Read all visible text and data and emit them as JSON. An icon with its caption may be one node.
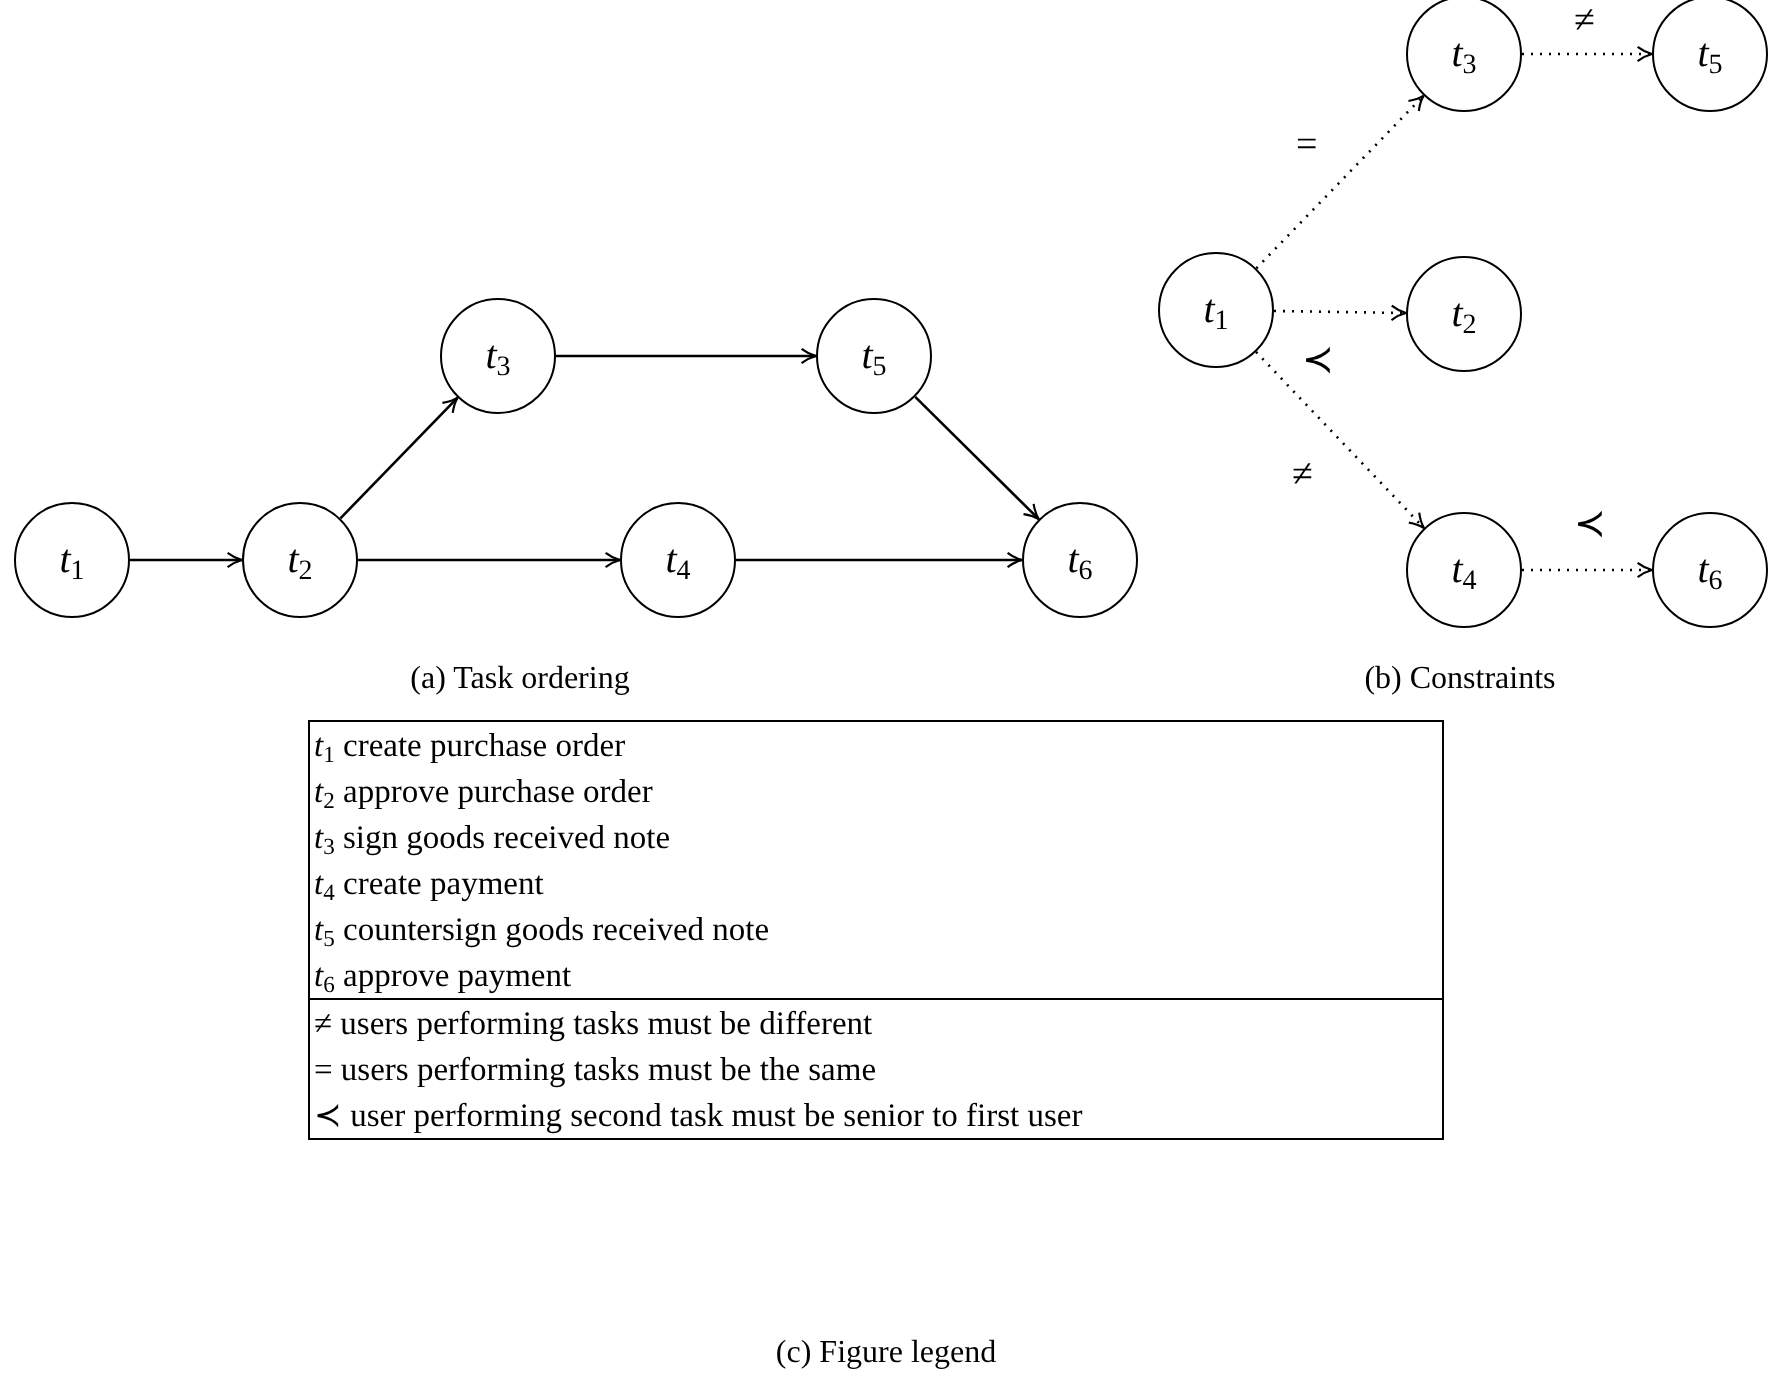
{
  "diagram": {
    "nodes": [
      {
        "text": [
          "*t*$_{1}$"
        ]
      },
      {
        "text": [
          "*t*$_{2}$"
        ]
      },
      {
        "text": [
          "*t*$_{3}$"
        ]
      },
      {
        "text": [
          "*t*$_{4}$"
        ]
      },
      {
        "text": [
          "*t*$_{5}$"
        ]
      },
      {
        "text": [
          "*t*$_{6}$"
        ]
      },
      {
        "text": [
          "*t*$_{1}$"
        ]
      },
      {
        "text": [
          "*t*$_{3}$"
        ]
      },
      {
        "text": [
          "*t*$_{2}$"
        ]
      },
      {
        "text": [
          "*t*$_{4}$"
        ]
      },
      {
        "text": [
          "*t*$_{5}$"
        ]
      },
      {
        "text": [
          "*t*$_{6}$"
        ]
      }
    ],
    "edges": [
      {
        "from": 0,
        "to": 1,
        "arrow": "to"
      },
      {
        "from": 1,
        "to": 2,
        "arrow": "to"
      },
      {
        "from": 1,
        "to": 3,
        "arrow": "to"
      },
      {
        "from": 2,
        "to": 4,
        "arrow": "to"
      },
      {
        "from": 3,
        "to": 5,
        "arrow": "to"
      },
      {
        "from": 4,
        "to": 5,
        "arrow": "to"
      },
      {
        "from": 6,
        "to": 7,
        "arrow": "to",
        "label": "=",
        "style": "dashed"
      },
      {
        "from": 6,
        "to": 8,
        "arrow": "to",
        "label": "≺",
        "style": "dashed"
      },
      {
        "from": 6,
        "to": 9,
        "arrow": "to",
        "label": "≠",
        "style": "dashed"
      },
      {
        "from": 7,
        "to": 10,
        "arrow": "to",
        "label": "≠",
        "style": "dashed"
      },
      {
        "from": 9,
        "to": 11,
        "arrow": "to",
        "label": "≺",
        "style": "dashed"
      }
    ],
    "labels": [
      "(a) Task ordering",
      "(b) Constraints",
      "*t*$_{1}$ create purchase order",
      "*t*$_{2}$ approve purchase order",
      "*t*$_{3}$ sign goods received note",
      "*t*$_{4}$ create payment",
      "*t*$_{5}$ countersign goods received note",
      "*t*$_{6}$ approve payment",
      "≠ users performing tasks must be different",
      "= users performing tasks must be the same",
      "≺ user performing second task must be senior to first user",
      "(c) Figure legend"
    ]
  }
}
